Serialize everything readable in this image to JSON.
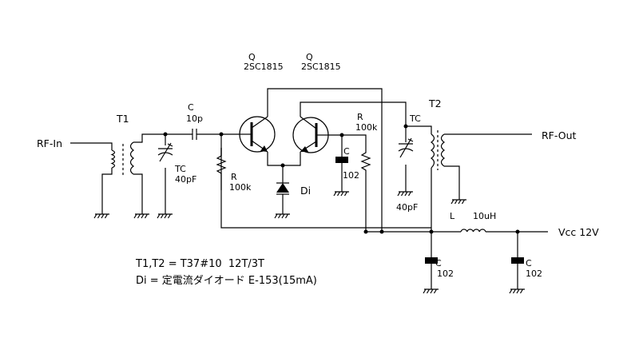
{
  "io": {
    "rf_in": "RF-In",
    "rf_out": "RF-Out",
    "vcc": "Vcc 12V"
  },
  "transformers": {
    "t1": "T1",
    "t2": "T2"
  },
  "transistors": [
    {
      "ref": "Q",
      "part": "2SC1815"
    },
    {
      "ref": "Q",
      "part": "2SC1815"
    }
  ],
  "components": {
    "c_in_ref": "C",
    "c_in_val": "10p",
    "tc1_ref": "TC",
    "tc1_val": "40pF",
    "r1_ref": "R",
    "r1_val": "100k",
    "r2_ref": "R",
    "r2_val": "100k",
    "c_mid_ref": "C",
    "c_mid_val": "102",
    "di_ref": "Di",
    "tc2_ref": "TC",
    "tc2_val": "40pF",
    "l_ref": "L",
    "l_val": "10uH",
    "c_dec1_ref": "C",
    "c_dec1_val": "102",
    "c_dec2_ref": "C",
    "c_dec2_val": "102"
  },
  "notes": [
    "T1,T2 = T37#10  12T/3T",
    "Di = 定電流ダイオード E-153(15mA)"
  ],
  "colors": {
    "ink": "#000000",
    "background": "#ffffff"
  }
}
